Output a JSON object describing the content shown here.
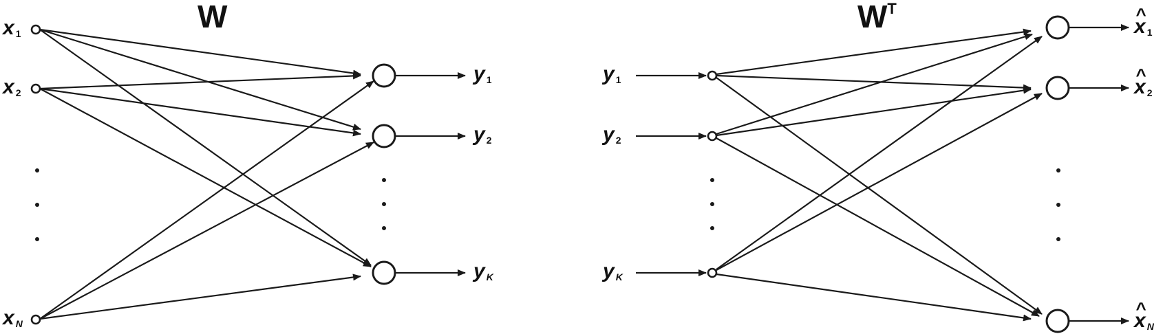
{
  "encoder": {
    "title": "W",
    "inputs": [
      {
        "main": "x",
        "sub": "1"
      },
      {
        "main": "x",
        "sub": "2"
      },
      {
        "main": "x",
        "sub": "N"
      }
    ],
    "outputs": [
      {
        "main": "y",
        "sub": "1"
      },
      {
        "main": "y",
        "sub": "2"
      },
      {
        "main": "y",
        "sub": "K"
      }
    ]
  },
  "decoder": {
    "title": "W",
    "title_sup": "T",
    "inputs": [
      {
        "main": "y",
        "sub": "1"
      },
      {
        "main": "y",
        "sub": "2"
      },
      {
        "main": "y",
        "sub": "K"
      }
    ],
    "outputs": [
      {
        "main": "x",
        "sub": "1",
        "hat": "^"
      },
      {
        "main": "x",
        "sub": "2",
        "hat": "^"
      },
      {
        "main": "x",
        "sub": "N",
        "hat": "^"
      }
    ]
  }
}
